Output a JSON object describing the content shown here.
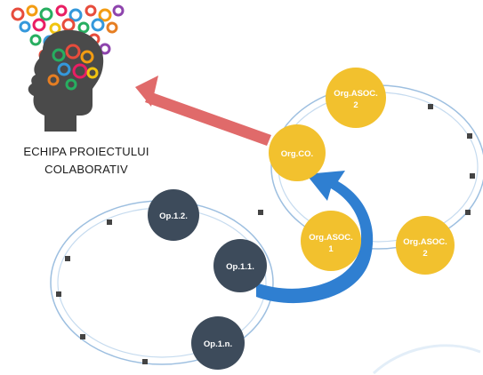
{
  "caption": {
    "line1": "ECHIPA PROIECTULUI",
    "line2": "COLABORATIV"
  },
  "nodes": {
    "org_co": "Org.CO.",
    "org_asoc_2_top": [
      "Org.ASOC.",
      "2"
    ],
    "org_asoc_1": [
      "Org.ASOC.",
      "1"
    ],
    "org_asoc_2_right": [
      "Org.ASOC.",
      "2"
    ],
    "op_1_2": "Op.1.2.",
    "op_1_1": "Op.1.1.",
    "op_1_n": "Op.1.n."
  },
  "colors": {
    "yellow_node": "#f2c12e",
    "gray_node": "#3d4b5b",
    "blue_arrow": "#2f7fd1",
    "red_arrow": "#e06a6a",
    "ring": "#9dbfe0",
    "head": "#4a4a4a"
  },
  "icons": {
    "head": "head-with-gears-icon"
  }
}
